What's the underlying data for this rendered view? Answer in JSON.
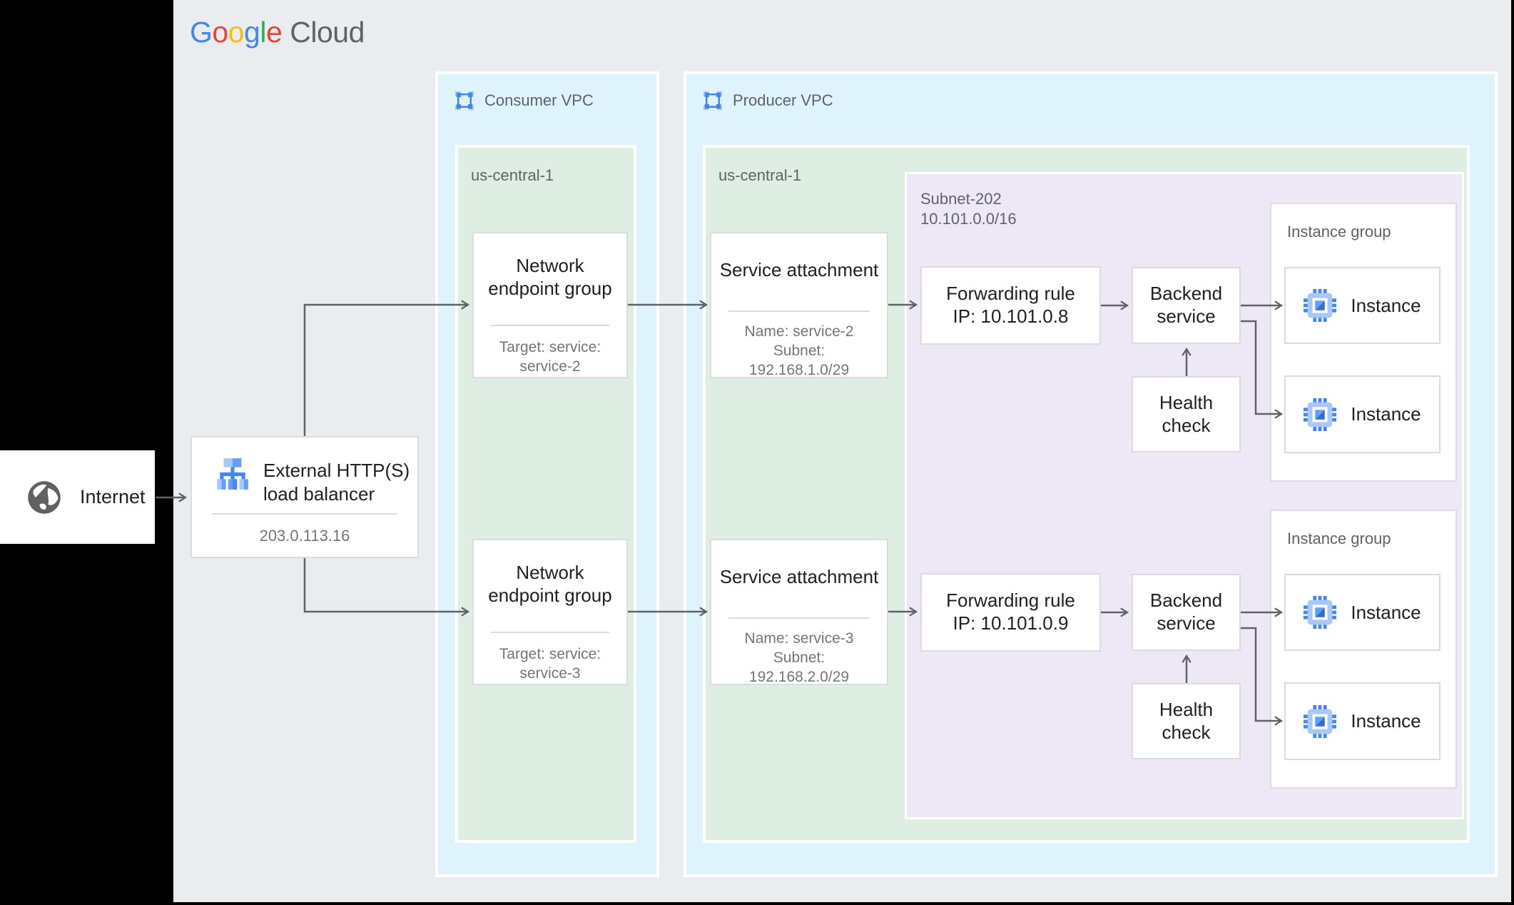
{
  "logo": {
    "letters": [
      "G",
      "o",
      "o",
      "g",
      "l",
      "e"
    ],
    "cloud": "Cloud"
  },
  "internet": {
    "label": "Internet"
  },
  "load_balancer": {
    "title_line1": "External HTTP(S)",
    "title_line2": "load balancer",
    "ip": "203.0.113.16"
  },
  "consumer_vpc": {
    "label": "Consumer VPC",
    "region": {
      "label": "us-central-1",
      "neg_top": {
        "title": "Network endpoint group",
        "target": "Target: service: service-2"
      },
      "neg_bottom": {
        "title": "Network endpoint group",
        "target": "Target: service: service-3"
      }
    }
  },
  "producer_vpc": {
    "label": "Producer VPC",
    "region": {
      "label": "us-central-1",
      "sa_top": {
        "title": "Service attachment",
        "name": "Name: service-2",
        "subnet_word": "Subnet:",
        "cidr": "192.168.1.0/29"
      },
      "sa_bottom": {
        "title": "Service attachment",
        "name": "Name: service-3",
        "subnet_word": "Subnet:",
        "cidr": "192.168.2.0/29"
      },
      "subnet": {
        "name": "Subnet-202",
        "cidr": "10.101.0.0/16",
        "fr_top": {
          "line1": "Forwarding rule",
          "line2": "IP: 10.101.0.8"
        },
        "fr_bottom": {
          "line1": "Forwarding rule",
          "line2": "IP: 10.101.0.9"
        },
        "backend_service_top": "Backend service",
        "backend_service_bottom": "Backend service",
        "health_check_top": "Health check",
        "health_check_bottom": "Health check",
        "ig_top": {
          "label": "Instance group",
          "instance1": "Instance",
          "instance2": "Instance"
        },
        "ig_bottom": {
          "label": "Instance group",
          "instance1": "Instance",
          "instance2": "Instance"
        }
      }
    }
  },
  "colors": {
    "background": "#E9EDF0",
    "vpc_fill": "#DFF3FC",
    "region_fill": "#DEEEE2",
    "subnet_fill": "#EEE7F6",
    "arrow": "#5F6368",
    "accent_blue": "#4285F4"
  }
}
